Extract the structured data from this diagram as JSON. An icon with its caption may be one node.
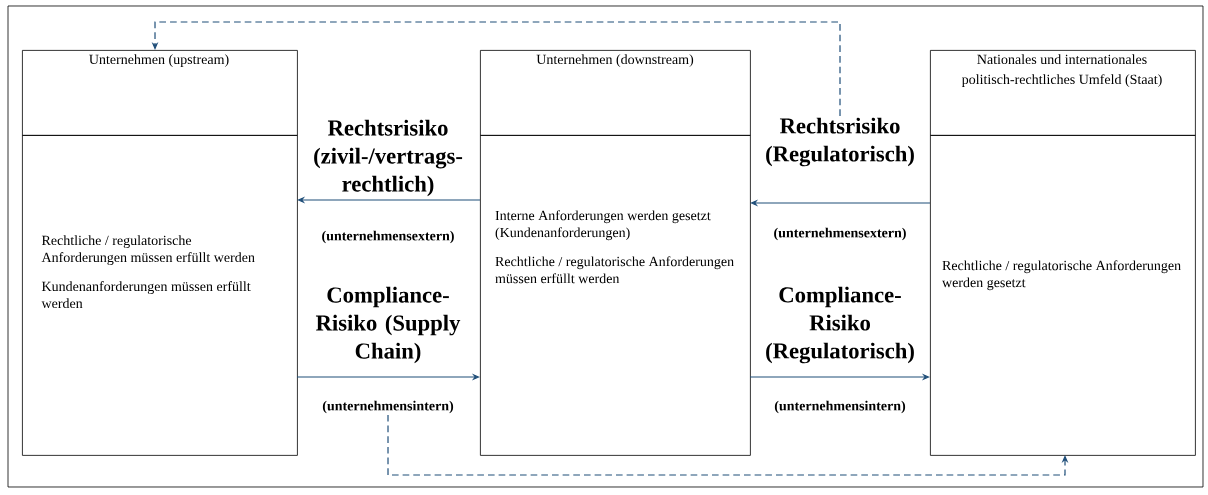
{
  "diagram": {
    "nodes": [
      {
        "text": [
          "Unternehmen (upstream)"
        ]
      },
      {
        "text": [
          "Rechtliche / regulatorische Anforderungen müssen erfüllt werden",
          "Kundenanforderungen müssen erfüllt werden"
        ]
      },
      {
        "text": [
          "Unternehmen (downstream)"
        ]
      },
      {
        "text": [
          "Interne Anforderungen werden gesetzt (Kundenanforderungen)",
          "Rechtliche / regulatorische Anforderungen müssen erfüllt werden"
        ]
      },
      {
        "text": [
          "Nationales und internationales politisch-rechtliches Umfeld (Staat)"
        ]
      },
      {
        "text": [
          "Rechtliche / regulatorische Anforderungen werden gesetzt"
        ]
      },
      {
        "text": [
          "Rechtsrisiko (zivil-/vertrags-rechtlich)"
        ]
      },
      {
        "text": [
          "(unternehmensextern)"
        ]
      },
      {
        "text": [
          "Compliance-Risiko (Supply Chain)"
        ]
      },
      {
        "text": [
          "(unternehmensintern)"
        ]
      },
      {
        "text": [
          "Rechtsrisiko (Regulatorisch)"
        ]
      },
      {
        "text": [
          "(unternehmensextern)"
        ]
      },
      {
        "text": [
          "Compliance-Risiko (Regulatorisch)"
        ]
      },
      {
        "text": [
          "(unternehmensintern)"
        ]
      }
    ],
    "edges": [
      {
        "from": 3,
        "to": 1,
        "arrow": "to"
      },
      {
        "from": 5,
        "to": 3,
        "arrow": "to"
      },
      {
        "from": 1,
        "to": 3,
        "arrow": "to"
      },
      {
        "from": 3,
        "to": 5,
        "arrow": "to"
      },
      {
        "from": 10,
        "to": 0,
        "arrow": "to",
        "style": "dashed"
      },
      {
        "from": 9,
        "to": 5,
        "arrow": "to",
        "style": "dashed"
      }
    ]
  }
}
